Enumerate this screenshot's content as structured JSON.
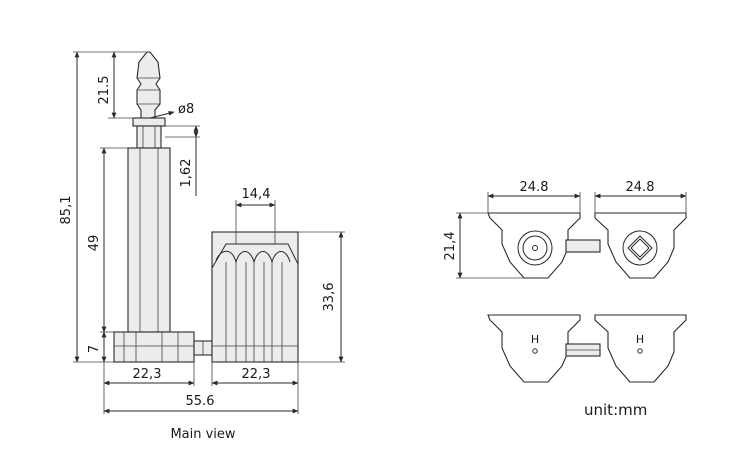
{
  "main_view": {
    "caption": "Main view",
    "dims": {
      "total_height": "85,1",
      "tip_height": "21.5",
      "shaft_dia": "ø8",
      "collar": "1,62",
      "shaft_len": "49",
      "base": "7",
      "cap_width": "14,4",
      "cap_height": "33,6",
      "left_width": "22,3",
      "right_width": "22,3",
      "total_width": "55.6"
    }
  },
  "side_view": {
    "dims": {
      "left_width": "24.8",
      "right_width": "24.8",
      "height": "21,4"
    },
    "marks": {
      "left": "H",
      "right": "H"
    }
  },
  "unit_label": "unit:mm"
}
